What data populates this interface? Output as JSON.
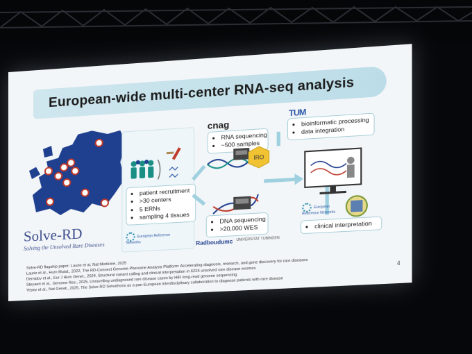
{
  "slide": {
    "title": "European-wide multi-center RNA-seq analysis",
    "page_number": "4",
    "logos": {
      "cnag": "cnag",
      "tum": "TUM",
      "radboud": "Radboudumc",
      "tubingen": "UNIVERSITAT TUBINGEN",
      "ern_short": "European Reference Networks",
      "solve_main": "Solve-RD",
      "solve_sub": "Solving the Unsolved Rare Diseases",
      "hex_badge": "IRO"
    },
    "recruitment": [
      "patient recruitment",
      ">30 centers",
      "5 ERNs",
      "sampling 4 tissues"
    ],
    "rna_box": [
      "RNA sequencing",
      "~500 samples"
    ],
    "dna_box": [
      "DNA sequencing",
      ">20,000 WES"
    ],
    "tum_box": [
      "bioinformatic processing",
      "data integration"
    ],
    "clinical_box": [
      "clinical interpretation"
    ],
    "citations": [
      "Solve-RD flagship paper: Laurie et al, Nat Medicine, 2025",
      "Laurie et al., Hurn Mutat., 2022, The RD-Connect Genome-Phenome Analysis Platform: Accelerating diagnosis, research, and gene discovery for rare diseases",
      "Demidov et al., Eur J Hum Genet., 2024, Structural variant calling and clinical interpretation in 6224 unsolved rare disease exomes",
      "Steyaert et al., Genome Res., 2025, Unravelling undiagnosed rare disease cases by HiFi long-read genome sequencing",
      "Yepez et al., Nat Genet., 2025, The Solve-RD Solvathons as a pan-European interdisciplinary collaboration to diagnose patients with rare disease"
    ]
  },
  "colors": {
    "screen_bg": "#f3f6f8",
    "banner": "#c4e1ea",
    "arrow": "#9fd0e0",
    "solve_blue": "#3e4f8e",
    "pin_red": "#c0392b",
    "map_blue": "#1f3f8f"
  }
}
